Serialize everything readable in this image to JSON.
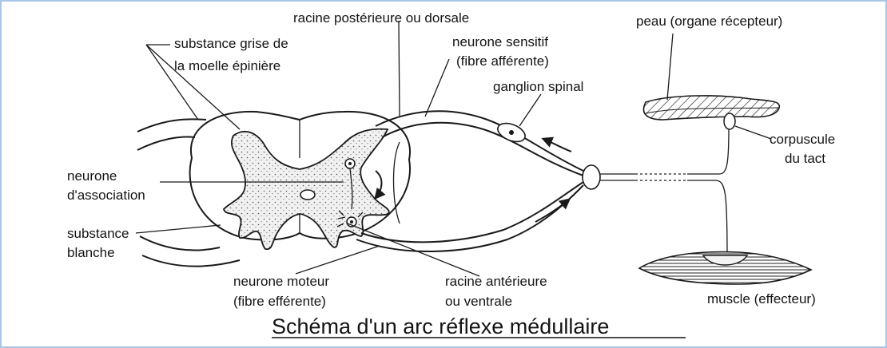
{
  "diagram": {
    "title": "Schéma d'un arc réflexe médullaire",
    "labels": {
      "substance_grise_1": "substance grise de",
      "substance_grise_2": "la moelle épinière",
      "racine_posterieure": "racine postérieure ou dorsale",
      "neurone_sensitif_1": "neurone sensitif",
      "neurone_sensitif_2": "(fibre afférente)",
      "ganglion_spinal": "ganglion spinal",
      "peau": "peau (organe récepteur)",
      "corpuscule_1": "corpuscule",
      "corpuscule_2": "du tact",
      "neurone_association_1": "neurone",
      "neurone_association_2": "d'association",
      "substance_blanche_1": "substance",
      "substance_blanche_2": "blanche",
      "neurone_moteur_1": "neurone moteur",
      "neurone_moteur_2": "(fibre efférente)",
      "racine_anterieure_1": "racine antérieure",
      "racine_anterieure_2": "ou ventrale",
      "muscle": "muscle (effecteur)"
    }
  }
}
